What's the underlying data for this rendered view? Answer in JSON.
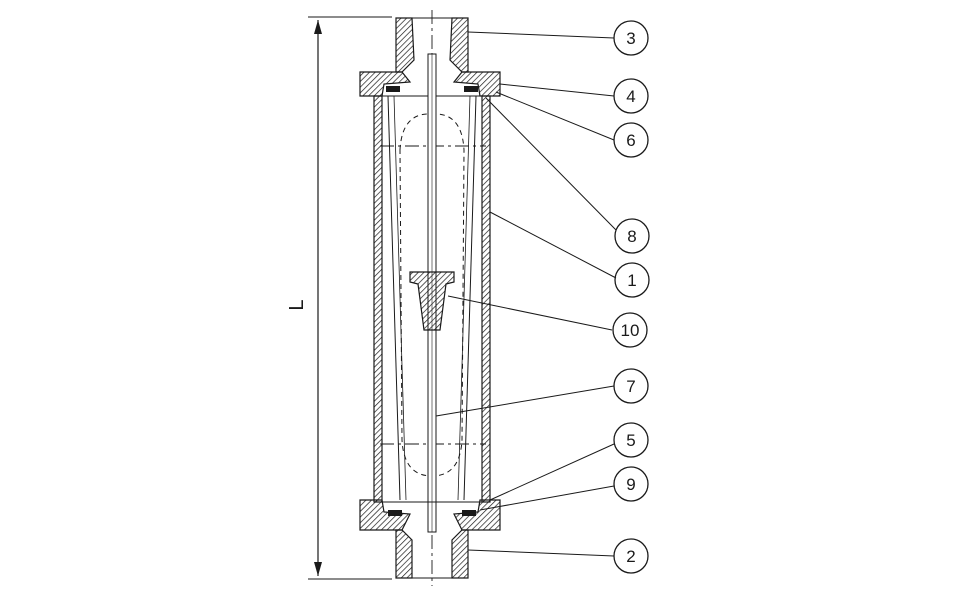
{
  "diagram": {
    "dimension_label": "L",
    "callouts": [
      {
        "id": "3",
        "label": "3"
      },
      {
        "id": "4",
        "label": "4"
      },
      {
        "id": "6",
        "label": "6"
      },
      {
        "id": "8",
        "label": "8"
      },
      {
        "id": "1",
        "label": "1"
      },
      {
        "id": "10",
        "label": "10"
      },
      {
        "id": "7",
        "label": "7"
      },
      {
        "id": "5",
        "label": "5"
      },
      {
        "id": "9",
        "label": "9"
      },
      {
        "id": "2",
        "label": "2"
      }
    ]
  }
}
